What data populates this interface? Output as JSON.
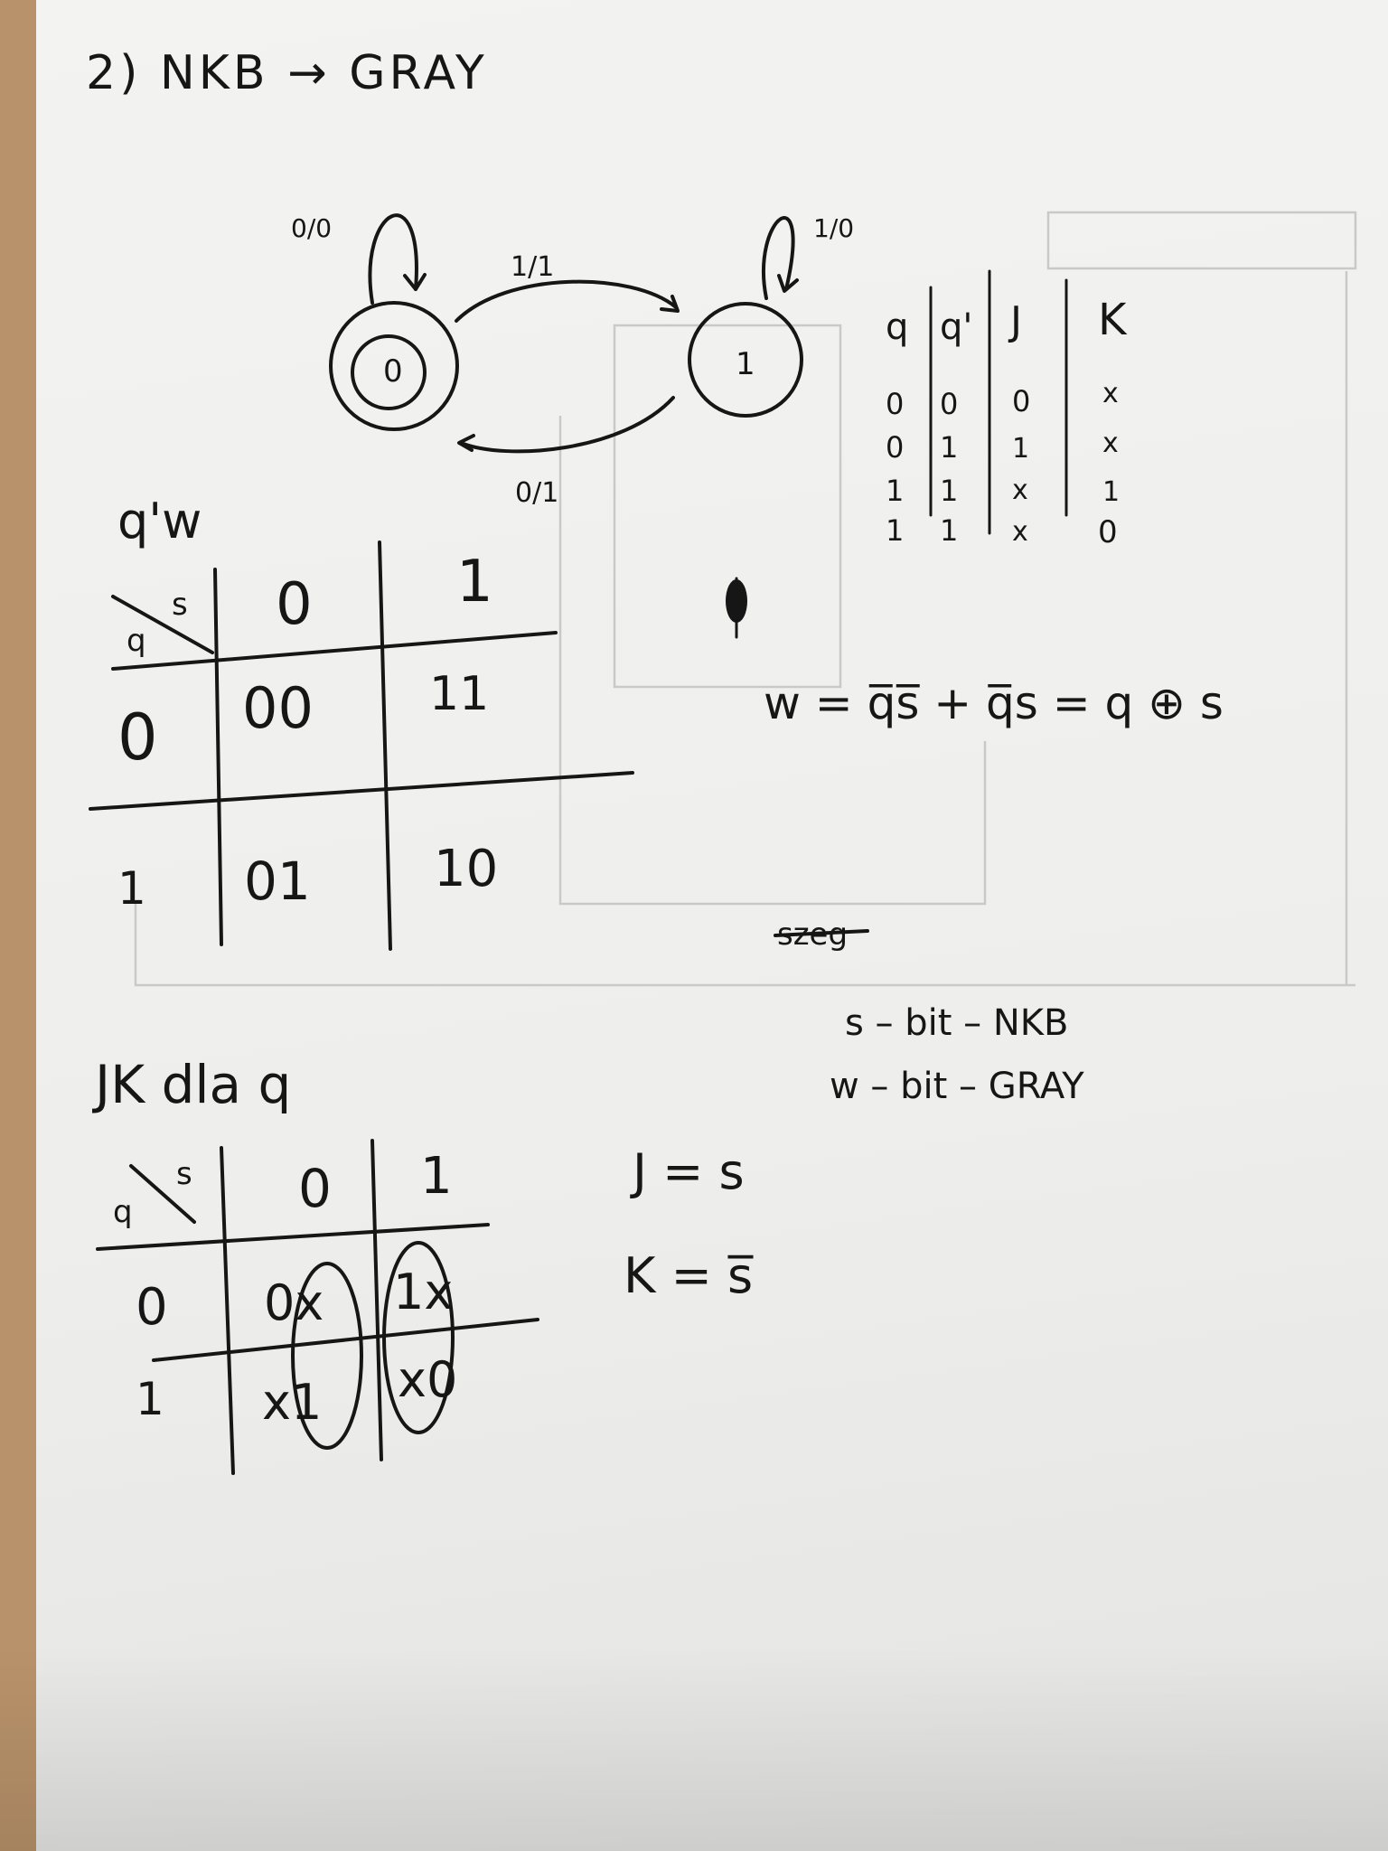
{
  "title": "2) NKB → GRAY",
  "state_diagram": {
    "states": [
      "0",
      "1"
    ],
    "transitions": {
      "self_0": "0/0",
      "self_1": "1/0",
      "zero_to_one": "1/1",
      "one_to_zero": "0/1"
    }
  },
  "jk_table": {
    "headers": [
      "q",
      "q'",
      "J",
      "K"
    ],
    "rows": [
      [
        "0",
        "0",
        "0",
        "x"
      ],
      [
        "0",
        "1",
        "1",
        "x"
      ],
      [
        "1",
        "1",
        "x",
        "1"
      ],
      [
        "1",
        "1",
        "x",
        "0"
      ]
    ]
  },
  "kmap_qw": {
    "label": "q'w",
    "row_var": "q",
    "col_var": "s",
    "cols": [
      "0",
      "1"
    ],
    "rows": [
      "0",
      "1"
    ],
    "cells": [
      [
        "00",
        "11"
      ],
      [
        "01",
        "10"
      ]
    ]
  },
  "equation_w": "w = q̅s̅ + q̅s = q ⊕ s",
  "legend": {
    "crossed_word": "szeg",
    "s_line": "s – bit – NKB",
    "w_line": "w – bit – GRAY"
  },
  "kmap_jk": {
    "label": "JK dla q",
    "row_var": "q",
    "col_var": "s",
    "cols": [
      "0",
      "1"
    ],
    "rows": [
      "0",
      "1"
    ],
    "cells": [
      [
        "0x",
        "1x"
      ],
      [
        "x1",
        "x0"
      ]
    ]
  },
  "jk_equations": {
    "J": "J = s",
    "K": "K = s̅"
  },
  "colors": {
    "ink": "#161616",
    "paper": "#f0f0ee",
    "desk": "#b8926a"
  }
}
